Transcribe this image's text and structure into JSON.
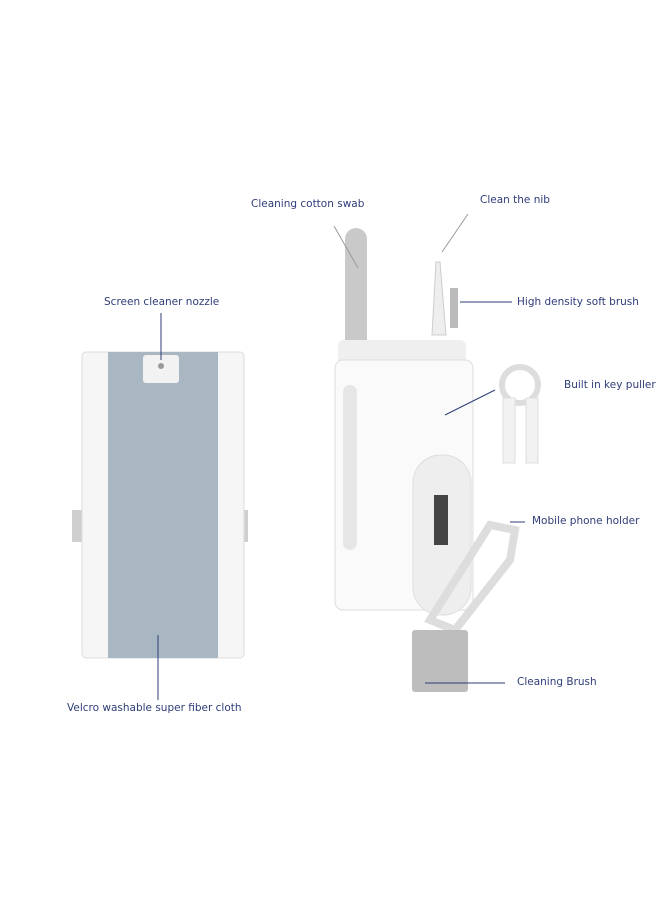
{
  "labels": {
    "swab": "Cleaning cotton swab",
    "nib": "Clean the nib",
    "soft_brush": "High density soft brush",
    "nozzle": "Screen cleaner nozzle",
    "key_puller": "Built in key puller",
    "phone_holder": "Mobile phone holder",
    "brush": "Cleaning Brush",
    "cloth": "Velcro washable super fiber cloth"
  },
  "colors": {
    "label": "#2f3d78",
    "cloth": "#a9b7c2",
    "body": "#f4f4f4"
  }
}
